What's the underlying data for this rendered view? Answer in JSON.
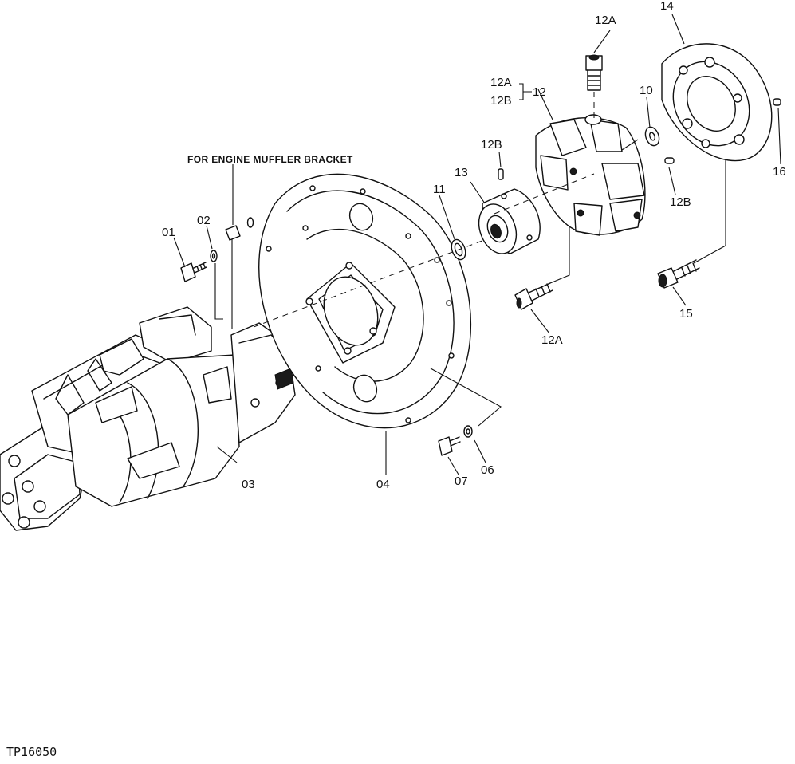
{
  "diagram": {
    "note_label": "FOR ENGINE MUFFLER BRACKET",
    "figure_code": "TP16050",
    "parts": {
      "p01": "01",
      "p02": "02",
      "p03": "03",
      "p04": "04",
      "p06": "06",
      "p07": "07",
      "p10": "10",
      "p11": "11",
      "p12": "12",
      "p12a_top": "12A",
      "p12a_bracket": "12A",
      "p12b_bracket": "12B",
      "p12b_upper": "12B",
      "p12b_right": "12B",
      "p12a_lower": "12A",
      "p13": "13",
      "p14": "14",
      "p15": "15",
      "p16": "16"
    }
  }
}
